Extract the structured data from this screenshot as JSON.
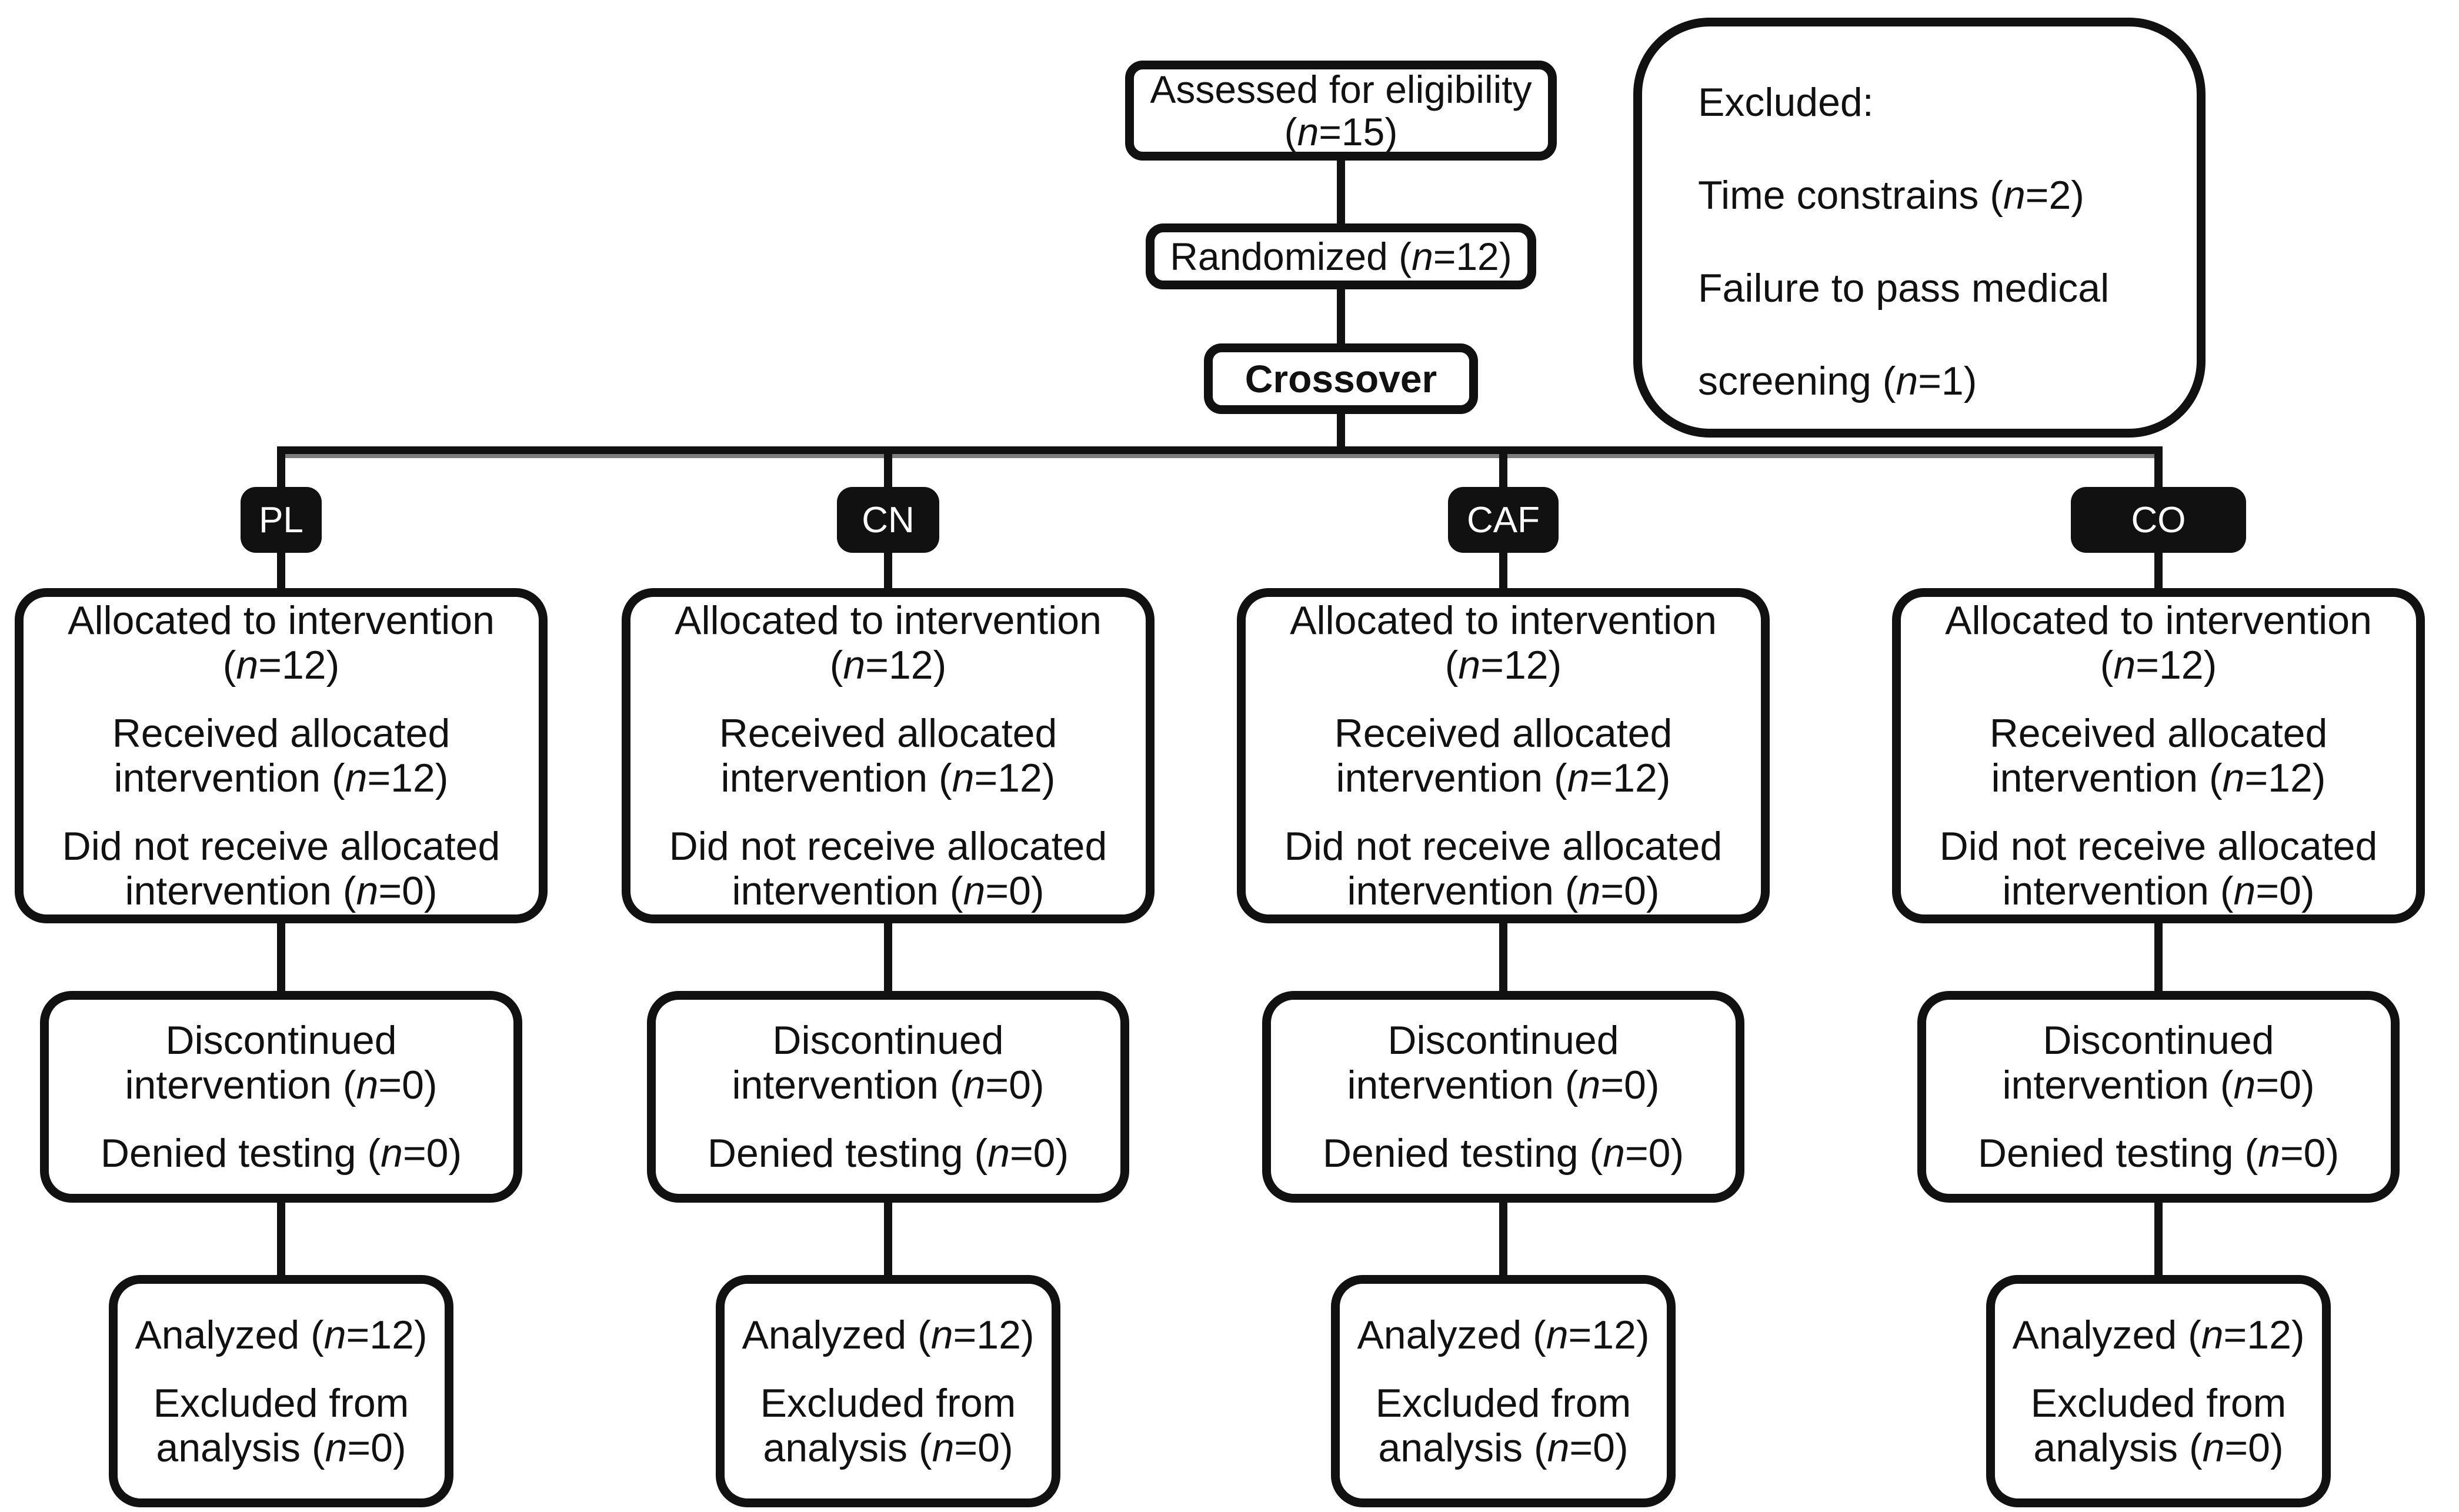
{
  "flow": {
    "eligibility_box": {
      "line1": "Assessed for eligibility",
      "line2": "(*n*=15)"
    },
    "randomized_box": {
      "label": "Randomized (*n*=12)"
    },
    "crossover_box": {
      "label": "Crossover"
    },
    "excluded_box": {
      "l1": "Excluded:",
      "l2": "Time constrains (*n*=2)",
      "l3": "Failure to pass medical",
      "l4": "screening (*n*=1)"
    },
    "arms": [
      {
        "code": "PL",
        "allocated": {
          "p1l1": "Allocated to intervention",
          "p1l2": "(*n*=12)",
          "p2l1": "Received allocated",
          "p2l2": "intervention (*n*=12)",
          "p3l1": "Did not receive allocated",
          "p3l2": "intervention (*n*=0)"
        },
        "discontinued": {
          "p1l1": "Discontinued",
          "p1l2": "intervention (*n*=0)",
          "p2l1": "Denied testing (*n*=0)"
        },
        "analyzed": {
          "p1l1": "Analyzed (*n*=12)",
          "p2l1": "Excluded from",
          "p2l2": "analysis (*n*=0)"
        }
      },
      {
        "code": "CN",
        "allocated": {
          "p1l1": "Allocated to intervention",
          "p1l2": "(*n*=12)",
          "p2l1": "Received allocated",
          "p2l2": "intervention (*n*=12)",
          "p3l1": "Did not receive allocated",
          "p3l2": "intervention (*n*=0)"
        },
        "discontinued": {
          "p1l1": "Discontinued",
          "p1l2": "intervention (*n*=0)",
          "p2l1": "Denied testing (*n*=0)"
        },
        "analyzed": {
          "p1l1": "Analyzed (*n*=12)",
          "p2l1": "Excluded from",
          "p2l2": "analysis (*n*=0)"
        }
      },
      {
        "code": "CAF",
        "allocated": {
          "p1l1": "Allocated to intervention",
          "p1l2": "(*n*=12)",
          "p2l1": "Received allocated",
          "p2l2": "intervention (*n*=12)",
          "p3l1": "Did not receive allocated",
          "p3l2": "intervention (*n*=0)"
        },
        "discontinued": {
          "p1l1": "Discontinued",
          "p1l2": "intervention (*n*=0)",
          "p2l1": "Denied testing (*n*=0)"
        },
        "analyzed": {
          "p1l1": "Analyzed (*n*=12)",
          "p2l1": "Excluded from",
          "p2l2": "analysis (*n*=0)"
        }
      },
      {
        "code": "CO",
        "allocated": {
          "p1l1": "Allocated to intervention",
          "p1l2": "(*n*=12)",
          "p2l1": "Received allocated",
          "p2l2": "intervention (*n*=12)",
          "p3l1": "Did not receive allocated",
          "p3l2": "intervention (*n*=0)"
        },
        "discontinued": {
          "p1l1": "Discontinued",
          "p1l2": "intervention (*n*=0)",
          "p2l1": "Denied testing (*n*=0)"
        },
        "analyzed": {
          "p1l1": "Analyzed (*n*=12)",
          "p2l1": "Excluded from",
          "p2l2": "analysis (*n*=0)"
        }
      }
    ]
  },
  "colors": {
    "ink": "#111111",
    "badge_bg": "#111111",
    "badge_text": "#ffffff",
    "background": "#ffffff",
    "line_shadow": "#7d7d7d"
  }
}
